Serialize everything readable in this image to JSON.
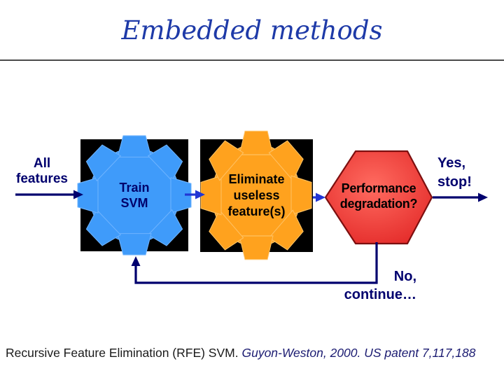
{
  "slide": {
    "title": "Embedded methods",
    "caption": {
      "plain": "Recursive Feature Elimination (RFE) SVM. ",
      "italic": "Guyon-Weston, 2000. US patent 7,117,188"
    }
  },
  "flowchart": {
    "input_label": {
      "line1": "All",
      "line2": "features"
    },
    "train_step": {
      "line1": "Train",
      "line2": "SVM",
      "gear_color": "#3f9bfa"
    },
    "eliminate_step": {
      "line1": "Eliminate",
      "line2": "useless",
      "line3": "feature(s)",
      "gear_color": "#ffa21e"
    },
    "decision": {
      "line1": "Performance",
      "line2": "degradation?",
      "fill_center": "#ff6b60",
      "fill_edge": "#e02222",
      "border_color": "#7d0f0f"
    },
    "yes_label": {
      "line1": "Yes,",
      "line2": "stop!"
    },
    "no_label": {
      "line1": "No,",
      "line2": "continue…"
    },
    "colors": {
      "arrow_navy": "#00006e",
      "arrow_royal": "#2236d4"
    }
  }
}
